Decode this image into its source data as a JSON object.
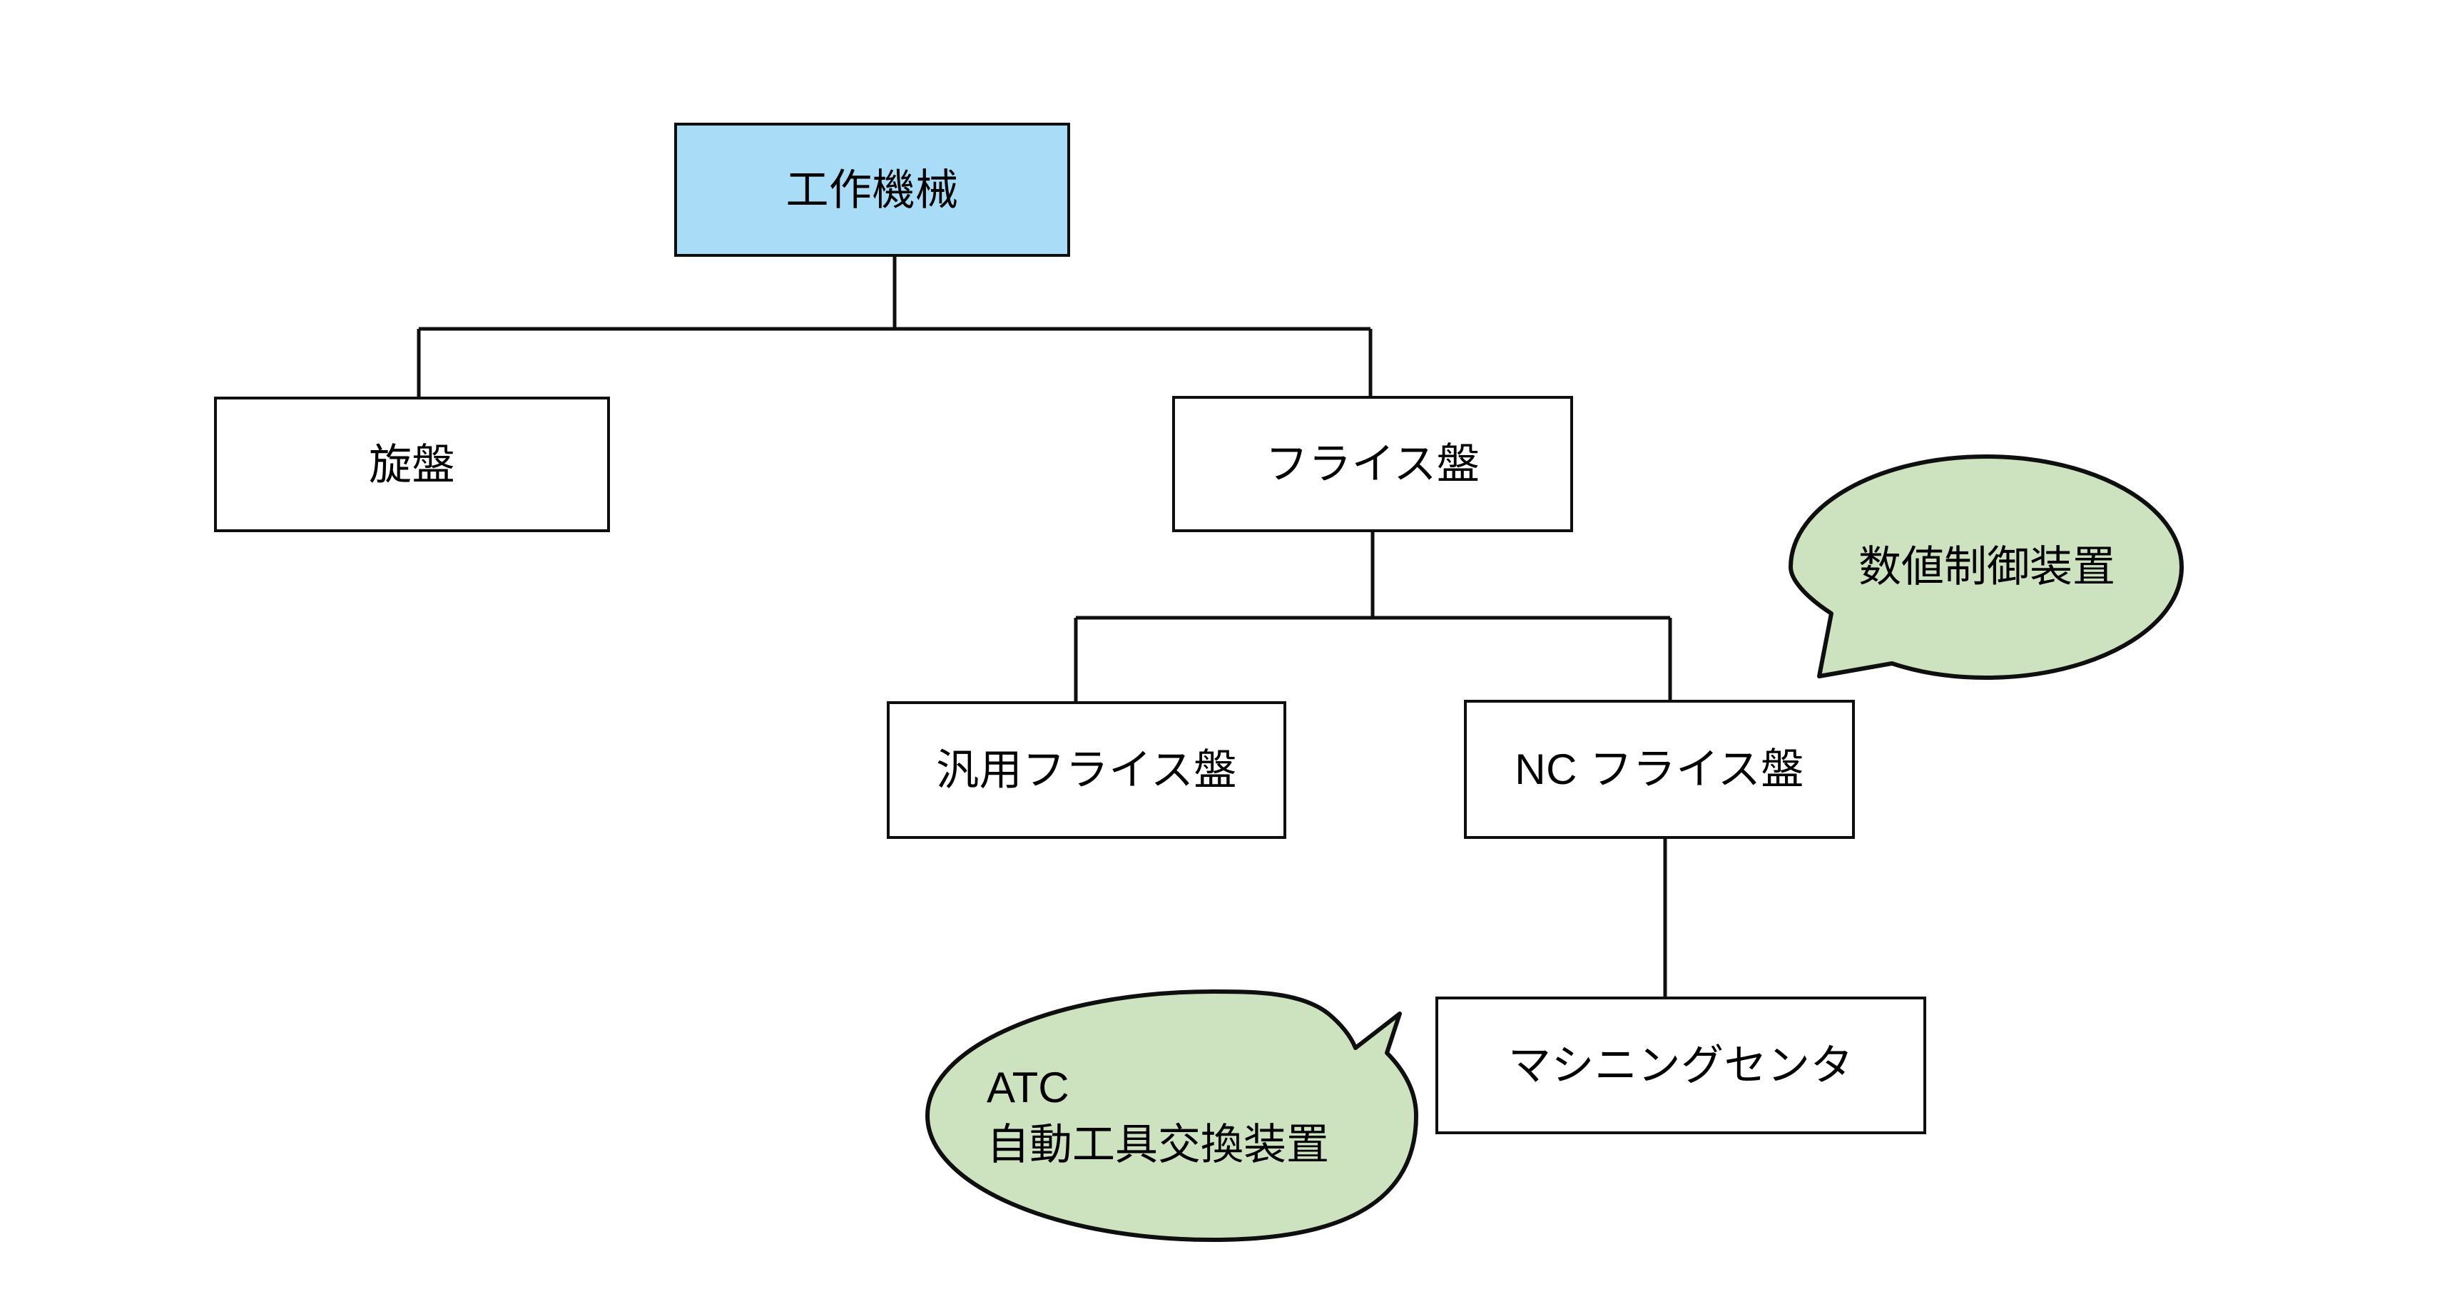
{
  "diagram": {
    "type": "tree",
    "title_text": "",
    "background_color": "#ffffff",
    "line_color": "#0f0f0f",
    "root_fill": "#a9dcf6",
    "node_fill": "#ffffff",
    "callout_fill": "#cde3c0",
    "nodes": [
      {
        "id": "machine-tool",
        "label": "工作機械",
        "level": 0,
        "fill": "#a9dcf6"
      },
      {
        "id": "lathe",
        "label": "旋盤",
        "level": 1,
        "fill": "#ffffff"
      },
      {
        "id": "milling-machine",
        "label": "フライス盤",
        "level": 1,
        "fill": "#ffffff"
      },
      {
        "id": "general-milling-machine",
        "label": "汎用フライス盤",
        "level": 2,
        "fill": "#ffffff"
      },
      {
        "id": "nc-milling-machine",
        "label": "NC フライス盤",
        "level": 2,
        "fill": "#ffffff"
      },
      {
        "id": "machining-center",
        "label": "マシニングセンタ",
        "level": 3,
        "fill": "#ffffff"
      }
    ],
    "edges": [
      {
        "from": "machine-tool",
        "to": "lathe"
      },
      {
        "from": "machine-tool",
        "to": "milling-machine"
      },
      {
        "from": "milling-machine",
        "to": "general-milling-machine"
      },
      {
        "from": "milling-machine",
        "to": "nc-milling-machine"
      },
      {
        "from": "nc-milling-machine",
        "to": "machining-center"
      }
    ],
    "callouts": [
      {
        "id": "nc-device",
        "line1": "数値制御装置",
        "line2": "",
        "points_to": "nc-milling-machine",
        "fill": "#cde3c0"
      },
      {
        "id": "atc",
        "line1": "ATC",
        "line2": "自動工具交換装置",
        "points_to": "machining-center",
        "fill": "#cde3c0"
      }
    ]
  }
}
